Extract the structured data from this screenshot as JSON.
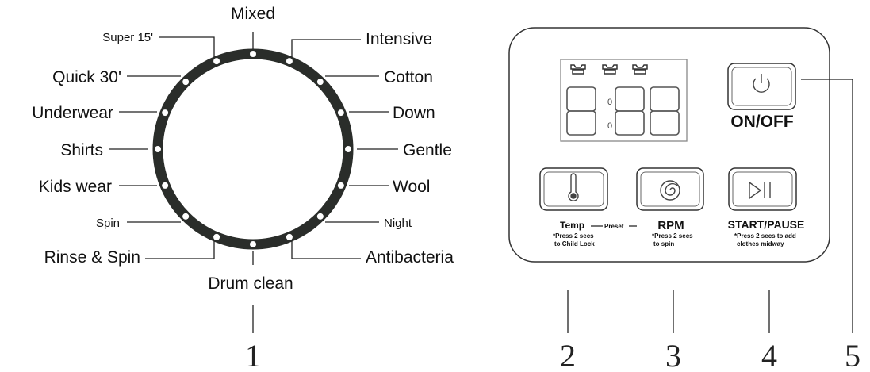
{
  "dial": {
    "programs": [
      "Mixed",
      "Intensive",
      "Cotton",
      "Down",
      "Gentle",
      "Wool",
      "Night",
      "Antibacteria",
      "Drum clean",
      "Rinse & Spin",
      "Spin",
      "Kids wear",
      "Shirts",
      "Underwear",
      "Quick 30'",
      "Super 15'"
    ]
  },
  "panel": {
    "display_colon": [
      "0",
      "0"
    ],
    "power_label": "ON/OFF",
    "temp_label": "Temp",
    "preset_label": "Preset",
    "temp_note": [
      "*Press 2 secs",
      "to Child Lock"
    ],
    "rpm_label": "RPM",
    "rpm_note": [
      "*Press 2 secs",
      "to spin"
    ],
    "start_label": "START/PAUSE",
    "start_note": [
      "*Press 2 secs to add",
      "clothes midway"
    ]
  },
  "callouts": [
    "1",
    "2",
    "3",
    "4",
    "5"
  ]
}
